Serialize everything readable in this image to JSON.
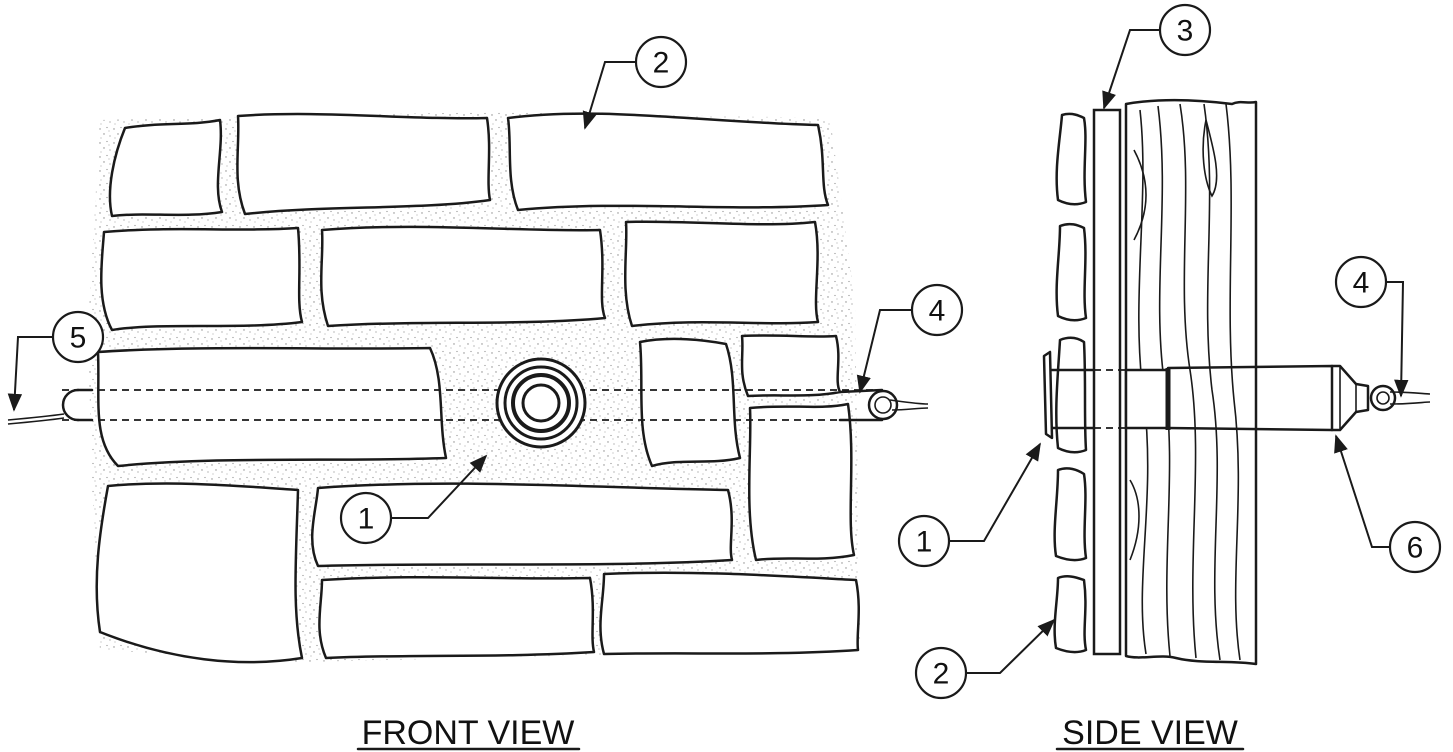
{
  "figure": {
    "front_view": {
      "title": "FRONT VIEW",
      "callouts": [
        "1",
        "2",
        "4",
        "5"
      ]
    },
    "side_view": {
      "title": "SIDE VIEW",
      "callouts": [
        "1",
        "2",
        "3",
        "4",
        "6"
      ]
    }
  },
  "colors": {
    "line": "#1a1a1a",
    "mortar_speckle": "#8a8a8a",
    "background": "#ffffff"
  }
}
